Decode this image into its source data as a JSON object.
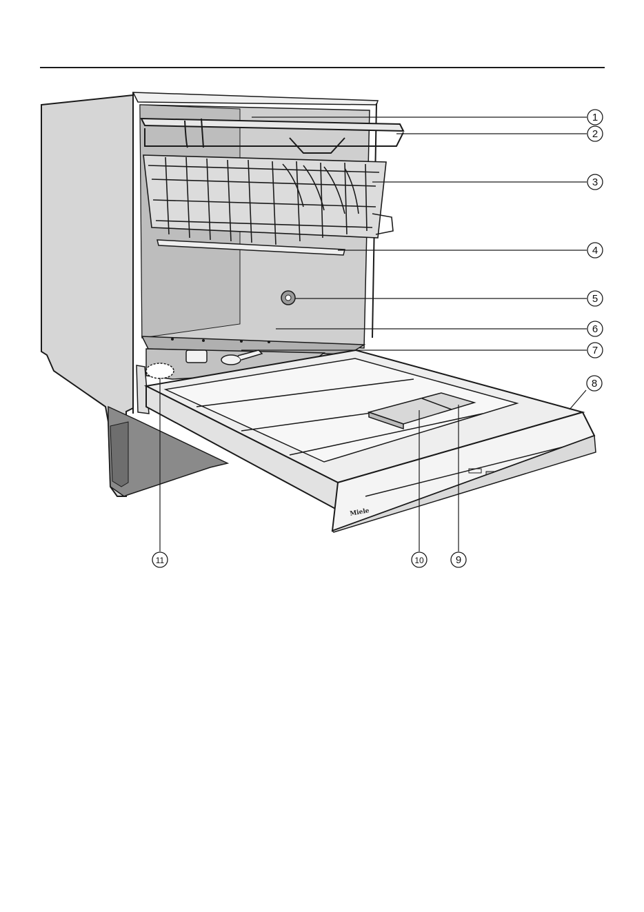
{
  "figure": {
    "brand_label": "Miele",
    "callouts": [
      "1",
      "2",
      "3",
      "4",
      "5",
      "6",
      "7",
      "8",
      "9",
      "10",
      "11"
    ]
  },
  "colors": {
    "line": "#1a1a1a",
    "cabinet_side": "#d6d6d6",
    "tub_interior": "#c9c9c9",
    "door_panel": "#eeeeee",
    "dark_base": "#8a8a8a"
  }
}
